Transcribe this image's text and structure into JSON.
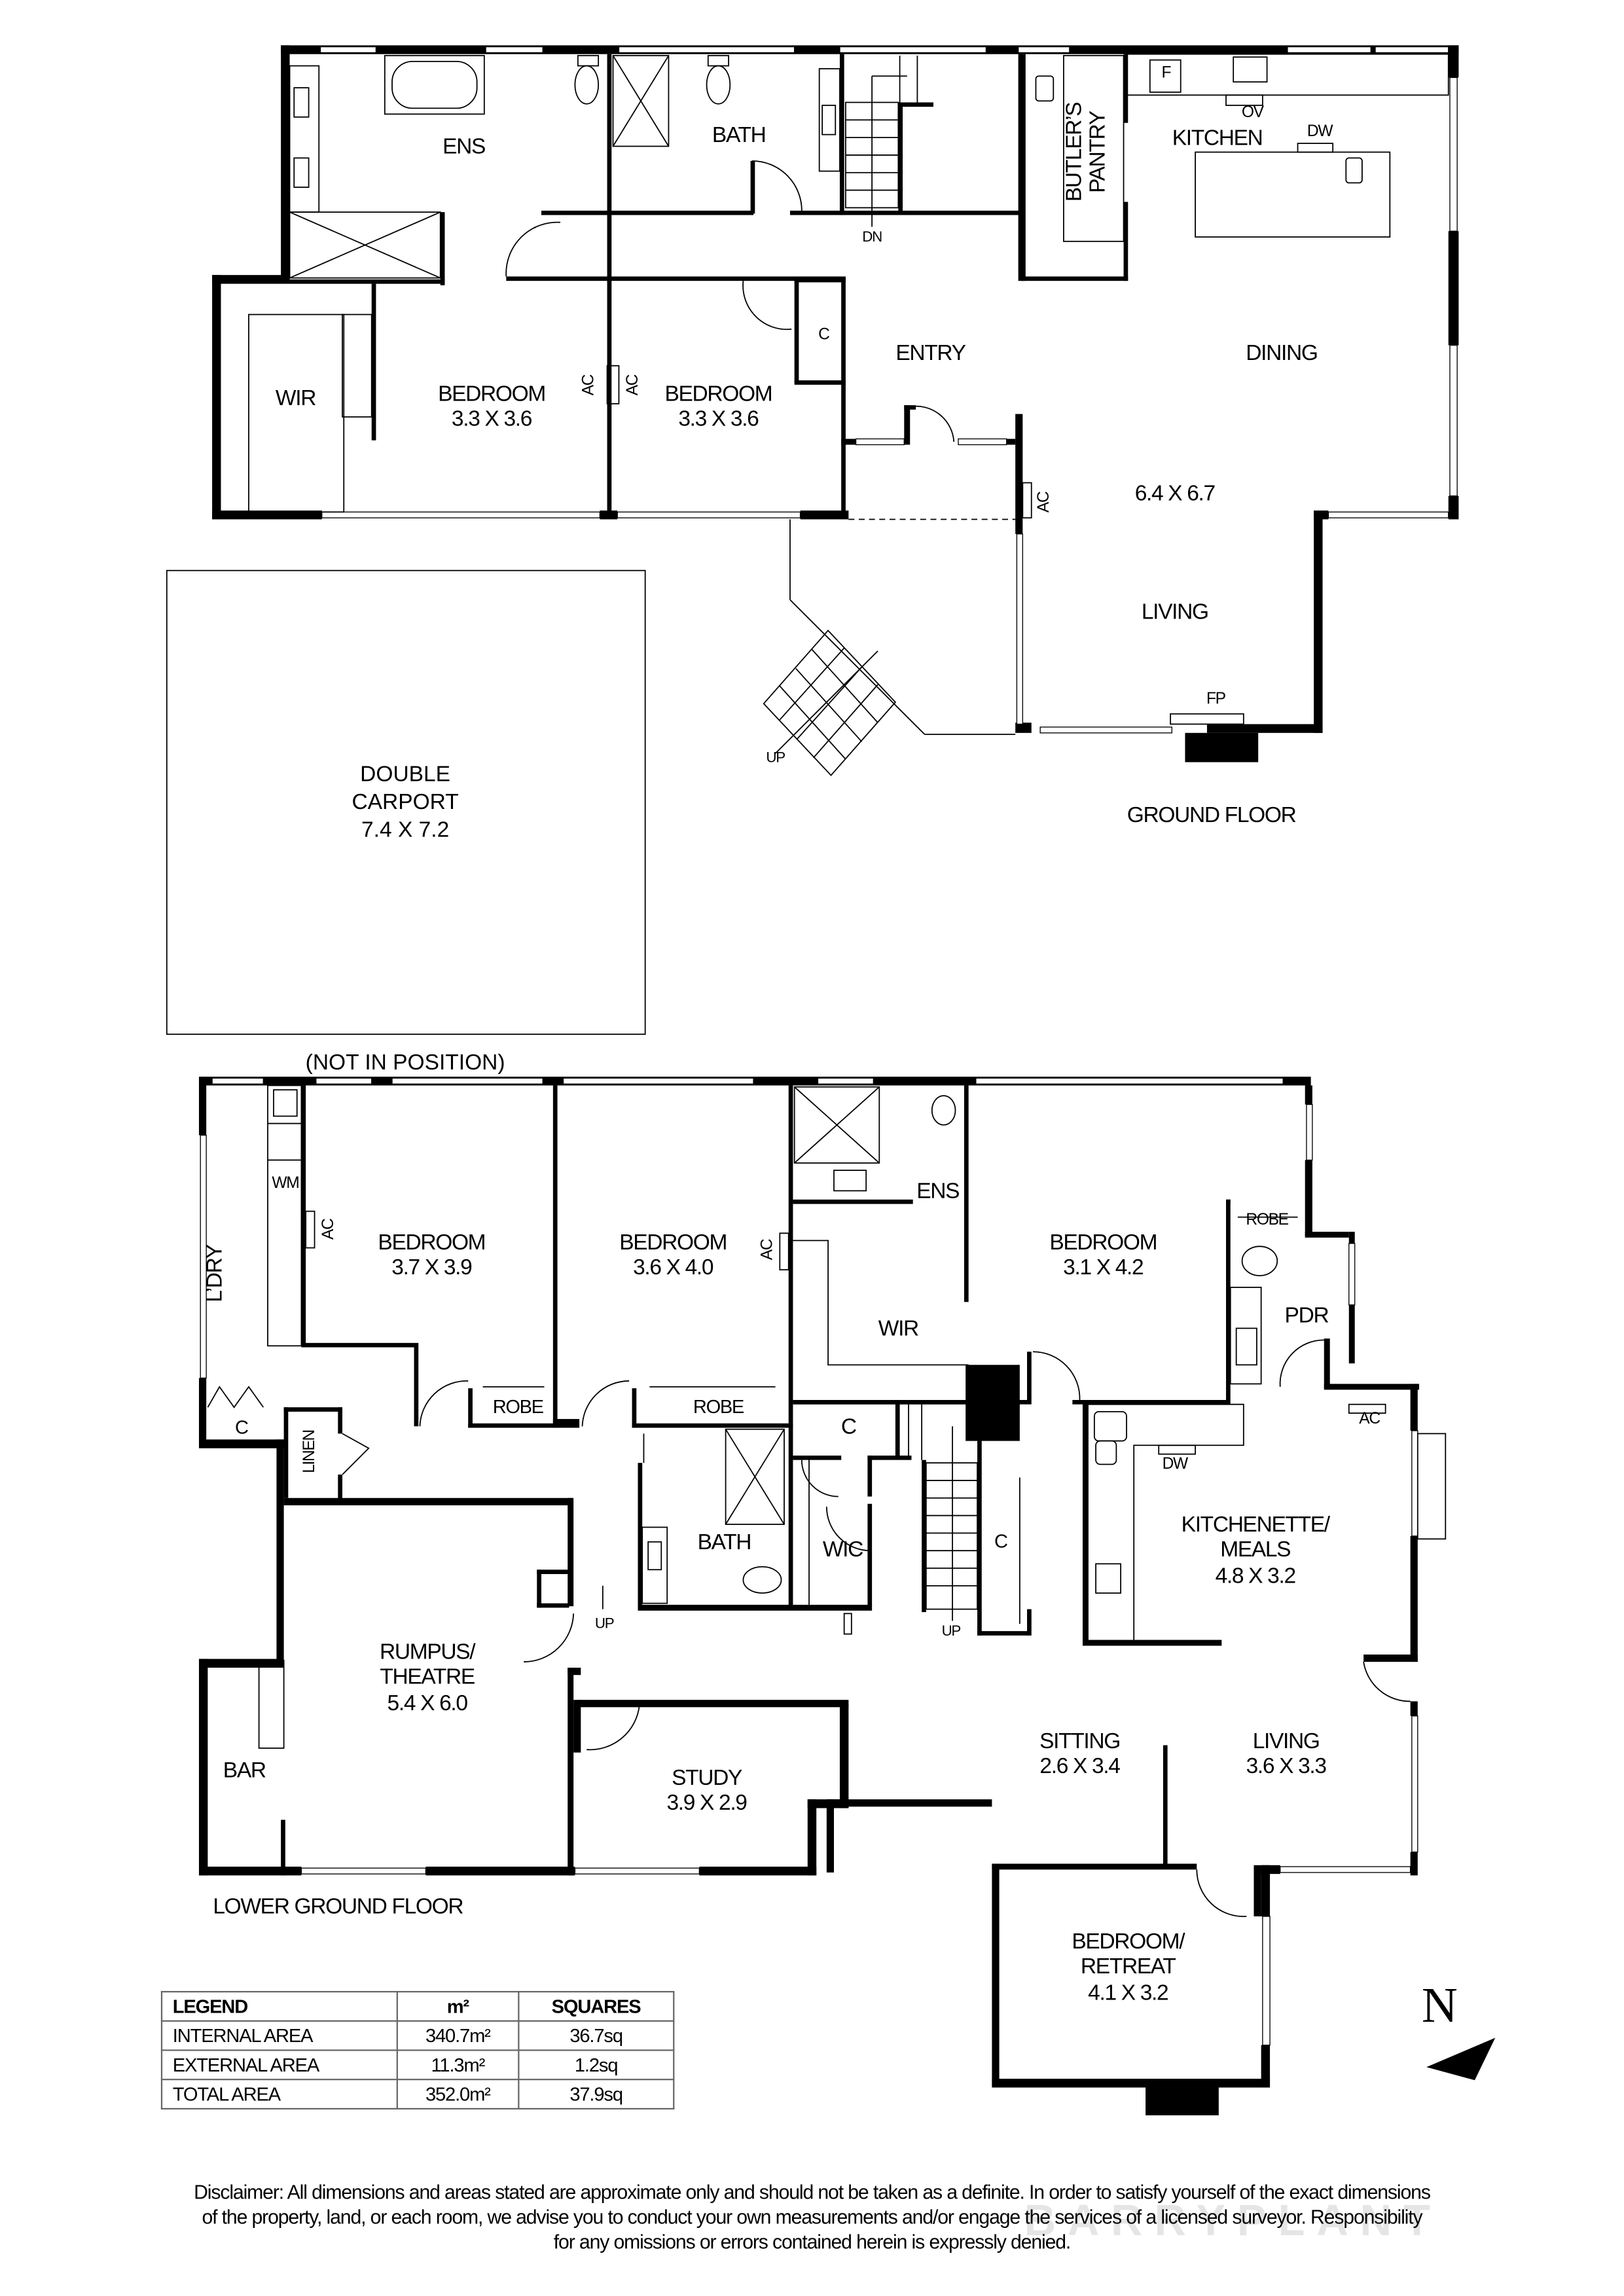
{
  "ground_floor": {
    "title": "GROUND FLOOR",
    "rooms": {
      "ens": {
        "name": "ENS"
      },
      "bath": {
        "name": "BATH"
      },
      "wir": {
        "name": "WIR"
      },
      "bedroom1": {
        "name": "BEDROOM",
        "size": "3.3 X 3.6"
      },
      "bedroom2": {
        "name": "BEDROOM",
        "size": "3.3 X 3.6"
      },
      "entry": {
        "name": "ENTRY"
      },
      "entry_cupboard": {
        "name": "C"
      },
      "butlers_pantry": {
        "name": "BUTLER'S PANTRY",
        "line1": "BUTLER’S",
        "line2": "PANTRY"
      },
      "kitchen": {
        "name": "KITCHEN"
      },
      "dining": {
        "name": "DINING"
      },
      "living": {
        "name": "LIVING"
      },
      "dining_living_size": "6.4 X 6.7"
    },
    "fixtures": {
      "fridge": "F",
      "oven": "OV",
      "dishwasher": "DW",
      "fireplace": "FP",
      "ac_a": "AC",
      "ac_b": "AC",
      "ac_c": "AC",
      "stairs_down": "DN",
      "stairs_up": "UP"
    }
  },
  "carport": {
    "line1": "DOUBLE",
    "line2": "CARPORT",
    "size": "7.4 X 7.2",
    "note": "(NOT IN POSITION)"
  },
  "lower_ground_floor": {
    "title": "LOWER GROUND FLOOR",
    "rooms": {
      "laundry": {
        "name": "L'DRY",
        "display": "L’DRY"
      },
      "laundry_cupboard": {
        "name": "C"
      },
      "linen": {
        "name": "LINEN"
      },
      "bedroom_a": {
        "name": "BEDROOM",
        "size": "3.7 X 3.9"
      },
      "robe_a": {
        "name": "ROBE"
      },
      "bedroom_b": {
        "name": "BEDROOM",
        "size": "3.6 X 4.0"
      },
      "robe_b": {
        "name": "ROBE"
      },
      "ens": {
        "name": "ENS"
      },
      "wir": {
        "name": "WIR"
      },
      "bedroom_c": {
        "name": "BEDROOM",
        "size": "3.1 X 4.2"
      },
      "robe_c": {
        "name": "ROBE"
      },
      "pdr": {
        "name": "PDR"
      },
      "cupboard_1": {
        "name": "C"
      },
      "cupboard_2": {
        "name": "C"
      },
      "bath": {
        "name": "BATH"
      },
      "wic": {
        "name": "WIC"
      },
      "kitchenette": {
        "line1": "KITCHENETTE/",
        "line2": "MEALS",
        "size": "4.8 X 3.2"
      },
      "rumpus": {
        "line1": "RUMPUS/",
        "line2": "THEATRE",
        "size": "5.4 X 6.0"
      },
      "bar": {
        "name": "BAR"
      },
      "study": {
        "name": "STUDY",
        "size": "3.9 X 2.9"
      },
      "sitting": {
        "name": "SITTING",
        "size": "2.6 X 3.4"
      },
      "living": {
        "name": "LIVING",
        "size": "3.6 X 3.3"
      },
      "retreat": {
        "line1": "BEDROOM/",
        "line2": "RETREAT",
        "size": "4.1 X 3.2"
      }
    },
    "fixtures": {
      "washing_machine": "WM",
      "dishwasher": "DW",
      "ac_a": "AC",
      "ac_b": "AC",
      "ac_c": "AC",
      "stairs_up_a": "UP",
      "stairs_up_b": "UP"
    }
  },
  "compass": {
    "label": "N"
  },
  "legend": {
    "headers": [
      "LEGEND",
      "m²",
      "SQUARES"
    ],
    "rows": [
      {
        "label": "INTERNAL AREA",
        "m2": "340.7m²",
        "squares": "36.7sq"
      },
      {
        "label": "EXTERNAL AREA",
        "m2": "11.3m²",
        "squares": "1.2sq"
      },
      {
        "label": "TOTAL AREA",
        "m2": "352.0m²",
        "squares": "37.9sq"
      }
    ]
  },
  "disclaimer": {
    "line1": "Disclaimer: All dimensions and areas stated are approximate only and should not be taken as a definite. In order to satisfy yourself of the exact dimensions",
    "line2": "of the property, land, or each room, we advise you to conduct your own measurements and/or engage the services of a licensed surveyor. Responsibility",
    "line3": "for any omissions or errors contained herein is expressly denied."
  },
  "watermark": "BARRYPLANT"
}
